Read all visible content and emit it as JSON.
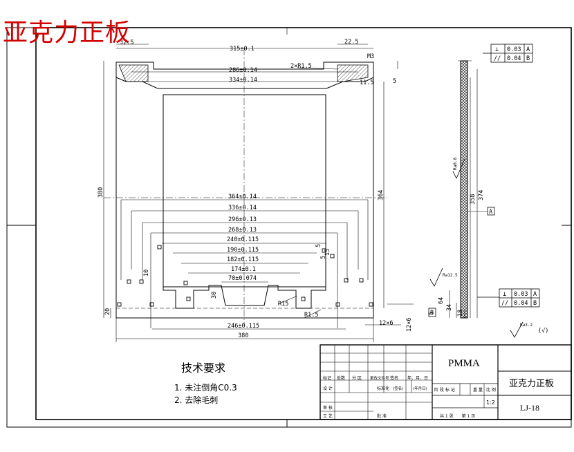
{
  "watermark": "亚克力正板",
  "title_block": {
    "material": "PMMA",
    "name": "亚克力正板",
    "drawing_no": "LJ-18",
    "scale": "1:2",
    "sheets": "共 1 张　　第 1 页",
    "header_cols": [
      "标记",
      "处数",
      "分 区",
      "更改文件号",
      "签名",
      "年、月、日"
    ],
    "labels": {
      "design": "设 计",
      "standardize": "标准化",
      "sign": "(签名)",
      "date": "(年月日)",
      "stage": "阶 段 标 记",
      "weight": "重 量",
      "ratio": "比 例",
      "review": "审 核",
      "process": "工 艺",
      "approve": "批 准"
    }
  },
  "notes": {
    "heading": "技术要求",
    "items": [
      "1. 未注倒角C0.3",
      "2. 去除毛刺"
    ]
  },
  "front_view": {
    "dims_top": [
      "32.5",
      "315±0.1",
      "22.5",
      "286±0.14",
      "2×R1.5",
      "334±0.14",
      "11.5",
      "5"
    ],
    "dims_middle": [
      "364±0.14",
      "336±0.14",
      "296±0.13",
      "268±0.13",
      "240±0.115",
      "190±0.115",
      "182±0.115",
      "174±0.1",
      "70±0.074"
    ],
    "dims_bottom": [
      "246±0.115",
      "380",
      "12×6",
      "12×6"
    ],
    "dims_left": [
      "380",
      "20",
      "10",
      "30"
    ],
    "dims_right": [
      "364",
      "5",
      "15",
      "5"
    ],
    "callouts": [
      "R15",
      "R1.5",
      "M3"
    ]
  },
  "side_view": {
    "dims": [
      "374",
      "358",
      "64",
      "34",
      "18",
      "5"
    ],
    "datum_labels": [
      "A",
      "B"
    ],
    "tolerances_top": [
      {
        "sym": "⊥",
        "val": "0.03",
        "ref": "A"
      },
      {
        "sym": "//",
        "val": "0.04",
        "ref": "B"
      }
    ],
    "tolerances_bottom": [
      {
        "sym": "⊥",
        "val": "0.03",
        "ref": "A"
      },
      {
        "sym": "//",
        "val": "0.04",
        "ref": "B"
      }
    ],
    "roughness": [
      "Ra0.8",
      "Ra12.5",
      "Ra3.2",
      "(√)"
    ]
  }
}
